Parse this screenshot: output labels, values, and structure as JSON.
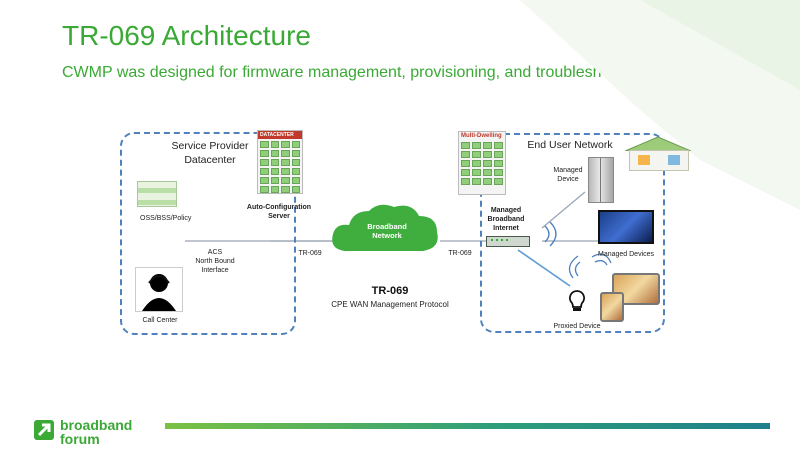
{
  "slide": {
    "title": "TR-069 Architecture",
    "subtitle": "CWMP was designed for firmware management, provisioning, and troubleshooting of CPE."
  },
  "diagram": {
    "service_provider": {
      "title_line1": "Service Provider",
      "title_line2": "Datacenter",
      "oss_label": "OSS/BSS/Policy",
      "acs_label_line1": "Auto-Configuration",
      "acs_label_line2": "Server",
      "datacenter_tag": "DATACENTER",
      "nbi_line1": "ACS",
      "nbi_line2": "North Bound",
      "nbi_line3": "Interface",
      "call_center_label": "Call Center"
    },
    "cloud_line1": "Broadband",
    "cloud_line2": "Network",
    "link_left_label": "TR-069",
    "link_right_label": "TR-069",
    "protocol_title": "TR-069",
    "protocol_subtitle": "CPE WAN Management Protocol",
    "end_user": {
      "title": "End User Network",
      "multi_dwelling": "Multi-Dwelling",
      "gateway_line1": "Managed",
      "gateway_line2": "Broadband",
      "gateway_line3": "Internet",
      "managed_device_line1": "Managed",
      "managed_device_line2": "Device",
      "managed_devices_label": "Managed Devices",
      "proxied_device_label": "Proxied Device"
    },
    "colors": {
      "region_border": "#4f81bd",
      "cloud": "#3fae3f",
      "link_line": "#9aa5b4",
      "proxy_line": "#5b9bd5",
      "title_green": "#3aa935"
    }
  },
  "footer": {
    "logo_line1": "broadband",
    "logo_line2": "forum",
    "logo_icon": "broadband-forum-arrow-icon"
  }
}
